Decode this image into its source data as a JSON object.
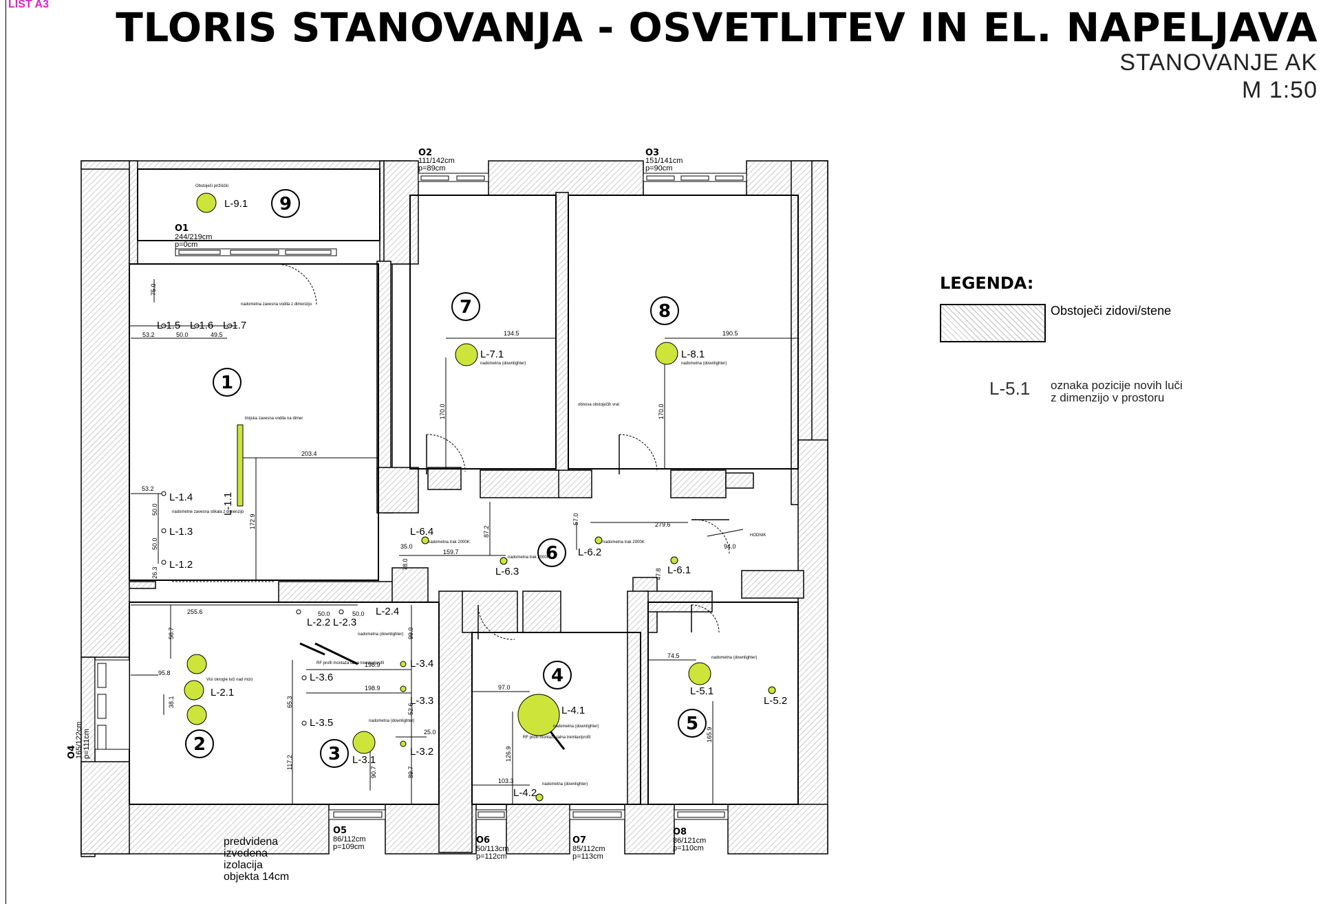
{
  "sheet_label": "LIST A3",
  "title": "TLORIS STANOVANJA - OSVETLITEV IN EL. NAPELJAVA",
  "subtitle": "STANOVANJE AK",
  "scale": "M 1:50",
  "legend": {
    "title": "LEGENDA:",
    "wall_text": "Obstoječi zidovi/stene",
    "code_example": "L-5.1",
    "code_desc_line1": "oznaka pozicije novih luči",
    "code_desc_line2": "z dimenzijo v prostoru"
  },
  "insulation_note": {
    "line1": "predvidena",
    "line2": "izvedena",
    "line3": "izolacija",
    "line4": "objekta 14cm"
  },
  "colors": {
    "light": "#cde53a",
    "hatch": "#bbbbbb",
    "wall_border": "#000000",
    "sheet_label": "#e020c8"
  },
  "rooms": [
    "1",
    "2",
    "3",
    "4",
    "5",
    "6",
    "7",
    "8",
    "9"
  ],
  "lamps": {
    "l11": "L-1.1",
    "l12": "L-1.2",
    "l13": "L-1.3",
    "l14": "L-1.4",
    "l15": "L-1.5",
    "l16": "L-1.6",
    "l17": "L-1.7",
    "l21": "L-2.1",
    "l22": "L-2.2",
    "l23": "L-2.3",
    "l24": "L-2.4",
    "l31": "L-3.1",
    "l32": "L-3.2",
    "l33": "L-3.3",
    "l34": "L-3.4",
    "l35": "L-3.5",
    "l36": "L-3.6",
    "l41": "L-4.1",
    "l42": "L-4.2",
    "l51": "L-5.1",
    "l52": "L-5.2",
    "l61": "L-6.1",
    "l62": "L-6.2",
    "l63": "L-6.3",
    "l64": "L-6.4",
    "l71": "L-7.1",
    "l81": "L-8.1",
    "l91": "L-9.1"
  },
  "windows": {
    "o1": {
      "code": "O1",
      "size": "244/219cm",
      "p": "p=0cm"
    },
    "o2": {
      "code": "O2",
      "size": "111/142cm",
      "p": "p=89cm"
    },
    "o3": {
      "code": "O3",
      "size": "151/141cm",
      "p": "p=90cm"
    },
    "o4": {
      "code": "O4",
      "size": "165/122cm",
      "p": "p=111cm"
    },
    "o5": {
      "code": "O5",
      "size": "86/112cm",
      "p": "p=109cm"
    },
    "o6": {
      "code": "O6",
      "size": "50/113cm",
      "p": "p=112cm"
    },
    "o7": {
      "code": "O7",
      "size": "85/112cm",
      "p": "p=113cm"
    },
    "o8": {
      "code": "O8",
      "size": "86/121cm",
      "p": "p=110cm"
    }
  },
  "dims": {
    "d532a": "53.2",
    "d500a": "50.0",
    "d495": "49.5",
    "d2034": "203.4",
    "d532b": "53.2",
    "d500b": "50.0",
    "d500c": "50.0",
    "d263": "26.3",
    "d1729": "172.9",
    "d1345": "134.5",
    "d1700a": "170.0",
    "d1905": "190.5",
    "d1700b": "170.0",
    "d350": "35.0",
    "d1597": "159.7",
    "d872": "87.2",
    "d570": "57.0",
    "d2796": "279.6",
    "d940": "94.0",
    "d478": "47.8",
    "d780": "78.0",
    "d2556": "255.6",
    "d500d": "50.0",
    "d500e": "50.0",
    "d587": "58.7",
    "d958": "95.8",
    "d381": "38.1",
    "d990": "99.0",
    "d1989a": "198.9",
    "d1989b": "198.9",
    "d653": "65.3",
    "d526": "52.6",
    "d250": "25.0",
    "d1172": "117.2",
    "d907": "90.7",
    "d897": "89.7",
    "d970": "97.0",
    "d1269": "126.9",
    "d1033": "103.3",
    "d745": "74.5",
    "d1659": "165.9",
    "d750": "75.0"
  },
  "notes": {
    "n9": "Obstoječi prižiščki",
    "n1a": "nadometna zavesna vodila z dimenzijo",
    "n1b": "linijska zavesna vodila na dimer",
    "n1c": "nadometne zavesna stikala z dimenzijo",
    "n7": "nadometna (downlighter)",
    "n8": "nadometna (downlighter)",
    "n_ob": "obnova obstoječih vrat",
    "n6a": "nadometna trak 2000K",
    "n6b": "nadometna trak 2000K",
    "n6c": "nadometna trak 2000K",
    "n2a": "nadometna (downlighter)",
    "n2b": "Visi okrogle luči nad mizo",
    "n3a": "RF profil montaža talna tremlax/profil",
    "n3b": "nadometna (downlighter)",
    "n4a": "nadometna (downlighter)",
    "n4b": "RF profil montaža talna tremlax/profil",
    "n4c": "nadometna (downlighter)",
    "n5": "nadometna (downlighter)",
    "hodnik": "HODNIK"
  }
}
